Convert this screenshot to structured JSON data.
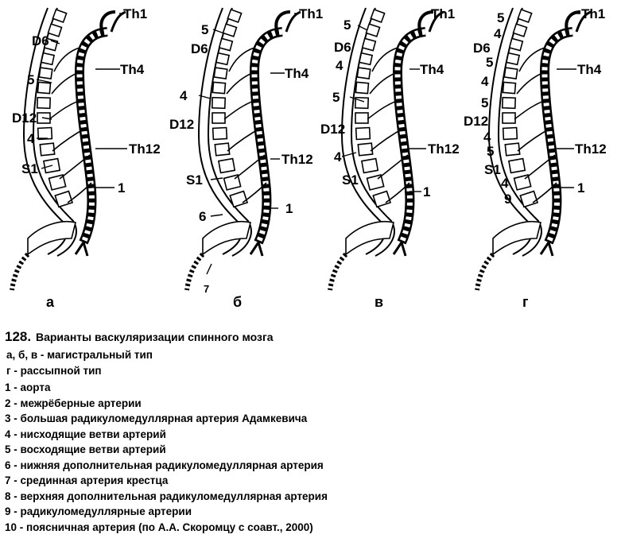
{
  "figure": {
    "panels": [
      {
        "id": "a",
        "letter": "а",
        "labels": {
          "top_th1": "Th1",
          "th4": "Th4",
          "th12": "Th12",
          "aorta": "1",
          "d6": "D6",
          "l5a": "5",
          "d12": "D12",
          "l4a": "4",
          "s1": "S1"
        }
      },
      {
        "id": "b",
        "letter": "б",
        "labels": {
          "top_th1": "Th1",
          "th4": "Th4",
          "th12": "Th12",
          "aorta": "1",
          "l5a": "5",
          "d6": "D6",
          "l4a": "4",
          "d12": "D12",
          "s1": "S1",
          "l6": "6",
          "l7": "7"
        }
      },
      {
        "id": "v",
        "letter": "в",
        "labels": {
          "top_th1": "Th1",
          "th4": "Th4",
          "th12": "Th12",
          "aorta": "1",
          "l5a": "5",
          "d6": "D6",
          "l4a": "4",
          "l5b": "5",
          "d12": "D12",
          "l4b": "4",
          "s1": "S1"
        }
      },
      {
        "id": "g",
        "letter": "г",
        "labels": {
          "top_th1": "Th1",
          "th4": "Th4",
          "th12": "Th12",
          "aorta": "1",
          "l5a": "5",
          "l4a": "4",
          "d6": "D6",
          "l5b": "5",
          "l4b": "4",
          "l5c": "5",
          "d12": "D12",
          "l4c": "4",
          "l5d": "5",
          "s1": "S1",
          "l4d": "4",
          "l9": "9"
        }
      }
    ]
  },
  "caption": {
    "number": "128.",
    "title": "Варианты васкуляризации спинного мозга",
    "types": [
      "а, б, в - магистральный тип",
      "г - рассыпной тип"
    ],
    "legend": [
      "1 - аорта",
      "2 - межрёберные артерии",
      "3 - большая радикуломедуллярная артерия Адамкевича",
      "4 - нисходящие ветви артерий",
      "5 - восходящие ветви артерий",
      "6 - нижняя дополнительная радикуломедуллярная артерия",
      "7 - срединная артерия крестца",
      "8 - верхняя дополнительная радикуломедуллярная артерия",
      "9 - радикуломедуллярные артерии",
      "10 - поясничная артерия (по А.А. Скоромцу с соавт., 2000)"
    ]
  }
}
